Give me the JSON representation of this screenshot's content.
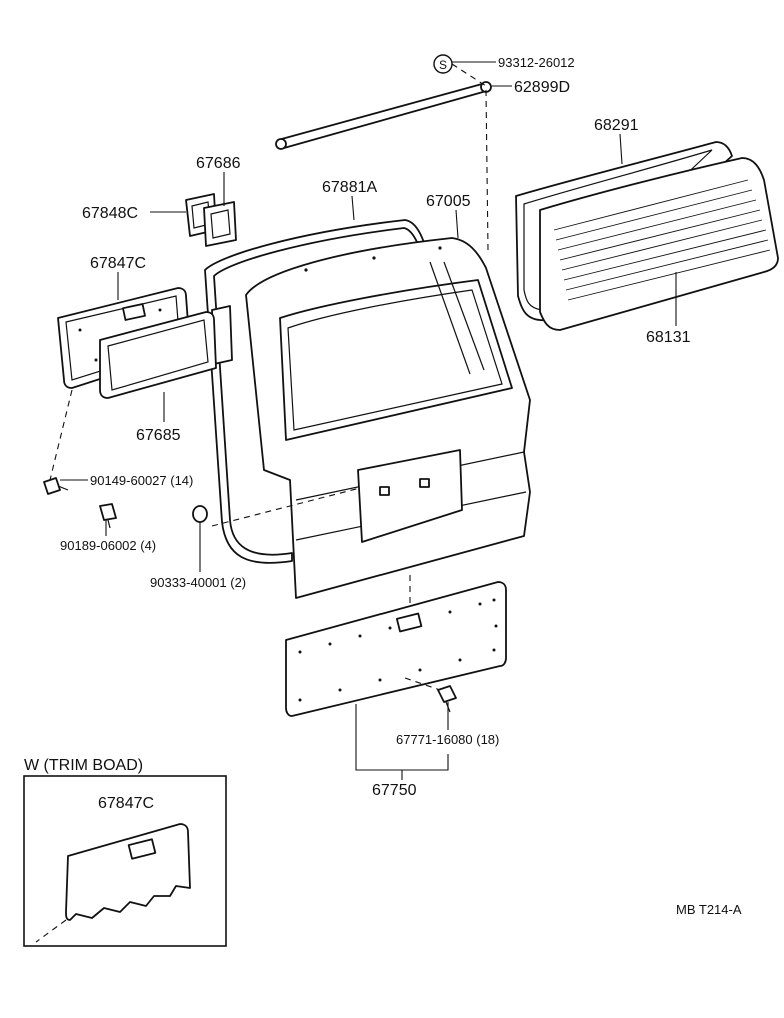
{
  "parts": {
    "p93312": "93312-26012",
    "s_mark": "S",
    "p62899D": "62899D",
    "p68291": "68291",
    "p67686": "67686",
    "p67881A": "67881A",
    "p67005": "67005",
    "p67848C": "67848C",
    "p67847C": "67847C",
    "p68131": "68131",
    "p67685": "67685",
    "p90149": "90149-60027 (14)",
    "p90189": "90189-06002 (4)",
    "p90333": "90333-40001 (2)",
    "p67771": "67771-16080 (18)",
    "p67750": "67750"
  },
  "inset": {
    "title": "W (TRIM  BOAD)",
    "part": "67847C"
  },
  "footer": {
    "code": "MB  T214-A"
  }
}
